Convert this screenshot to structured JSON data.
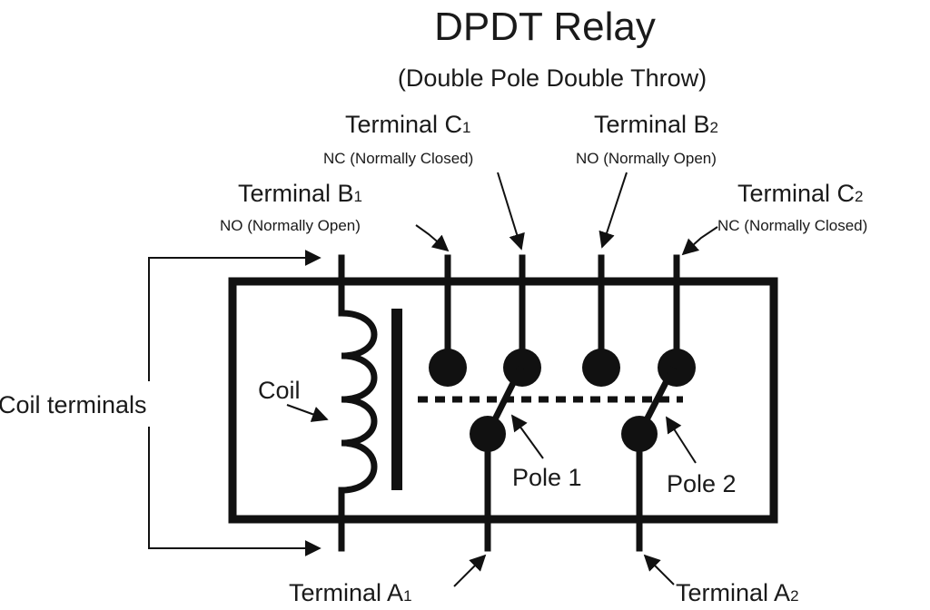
{
  "title": "DPDT Relay",
  "subtitle": "(Double Pole Double Throw)",
  "terminals": {
    "c1": {
      "name": "Terminal C",
      "index": "1",
      "desc": "NC (Normally Closed)"
    },
    "b2": {
      "name": "Terminal B",
      "index": "2",
      "desc": "NO (Normally Open)"
    },
    "b1": {
      "name": "Terminal B",
      "index": "1",
      "desc": "NO (Normally Open)"
    },
    "c2": {
      "name": "Terminal C",
      "index": "2",
      "desc": "NC (Normally Closed)"
    },
    "a1": {
      "name": "Terminal A",
      "index": "1"
    },
    "a2": {
      "name": "Terminal A",
      "index": "2"
    }
  },
  "labels": {
    "coil": "Coil",
    "coil_terminals": "Coil terminals",
    "pole1": "Pole 1",
    "pole2": "Pole 2"
  },
  "colors": {
    "ink": "#111111",
    "background": "#ffffff"
  }
}
